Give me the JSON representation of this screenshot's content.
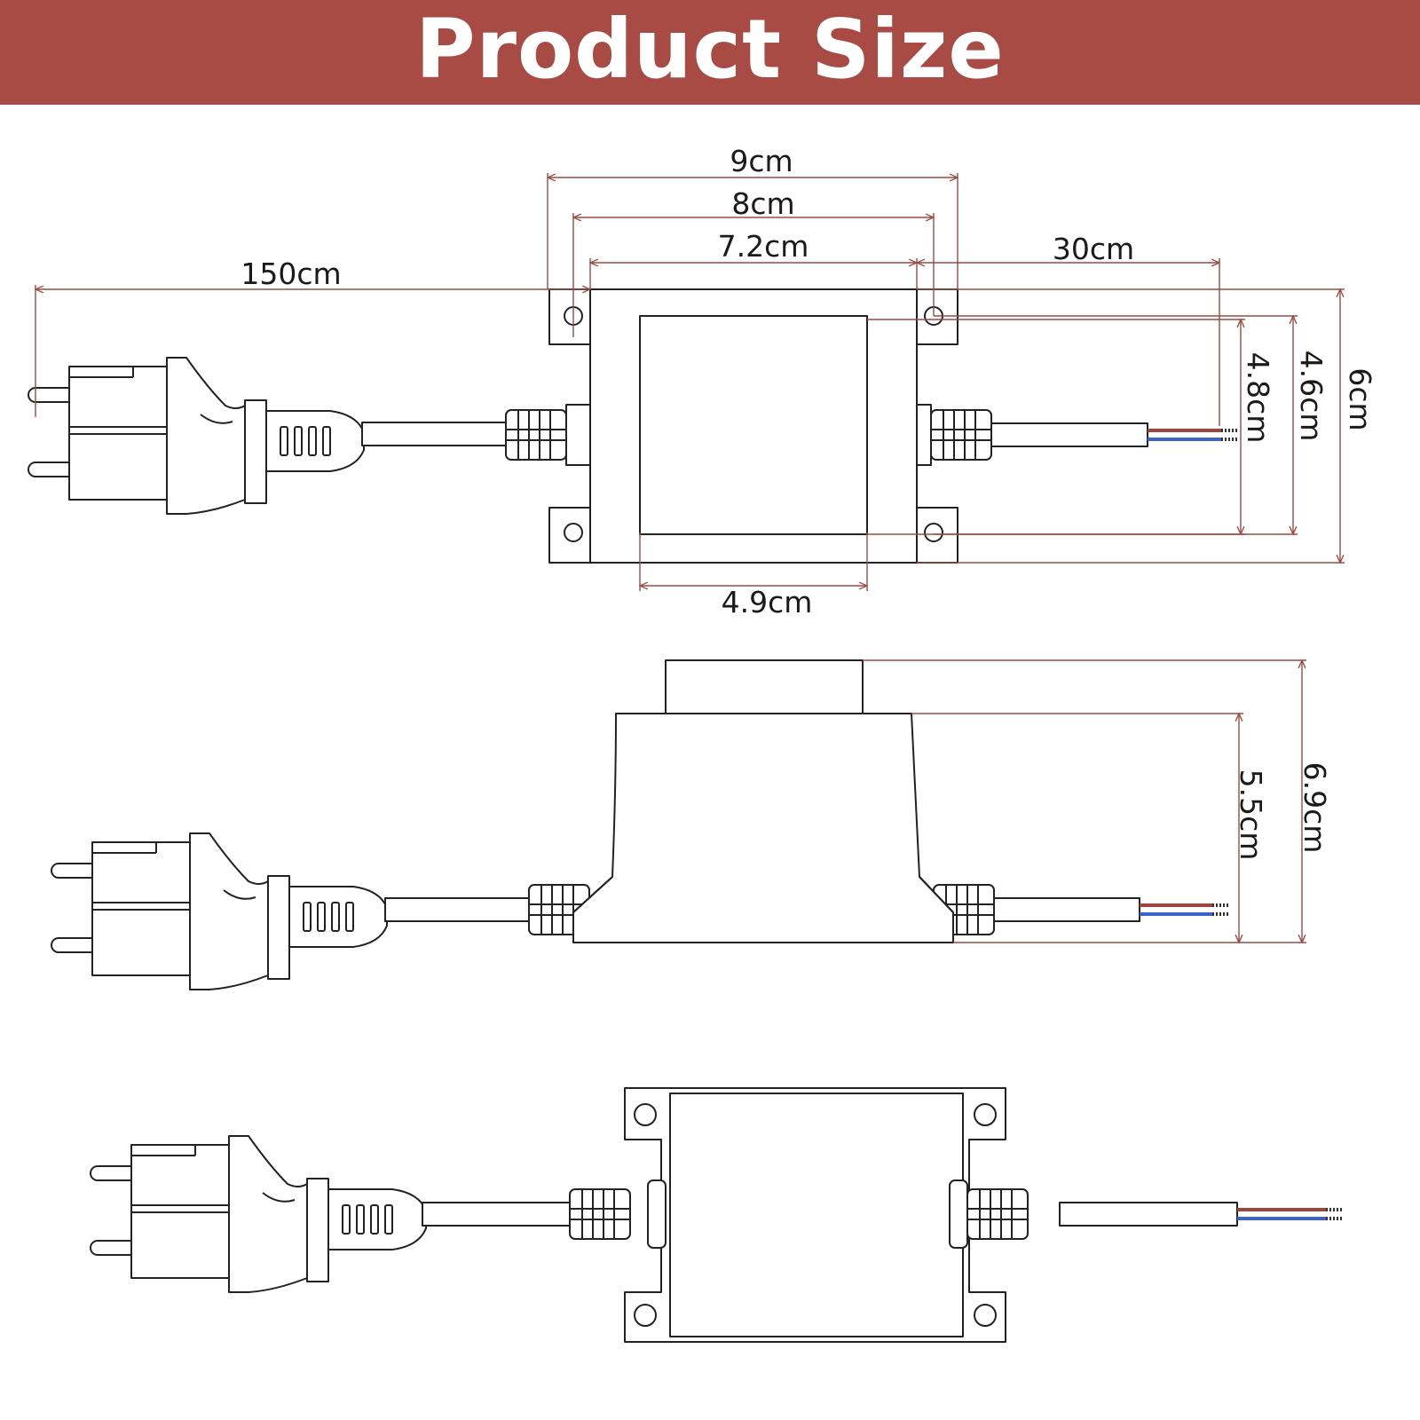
{
  "title": "Product Size",
  "colors": {
    "banner": "#a84b44",
    "dimension_line": "#9a4b45",
    "outline": "#222222",
    "wire_brown": "#a0433a",
    "wire_blue": "#3a64c9"
  },
  "icons": [
    "eu-plug-icon",
    "transformer-box-icon",
    "cable-gland-icon",
    "wire-leads-icon"
  ],
  "dimensions": {
    "mount_width": "9cm",
    "hole_spacing": "8cm",
    "body_width": "7.2cm",
    "output_cable": "30cm",
    "input_cable": "150cm",
    "top_width": "4.9cm",
    "depth_inner": "4.8cm",
    "hole_spacing_vertical": "4.6cm",
    "depth_outer": "6cm",
    "height_body": "5.5cm",
    "height_total": "6.9cm"
  }
}
